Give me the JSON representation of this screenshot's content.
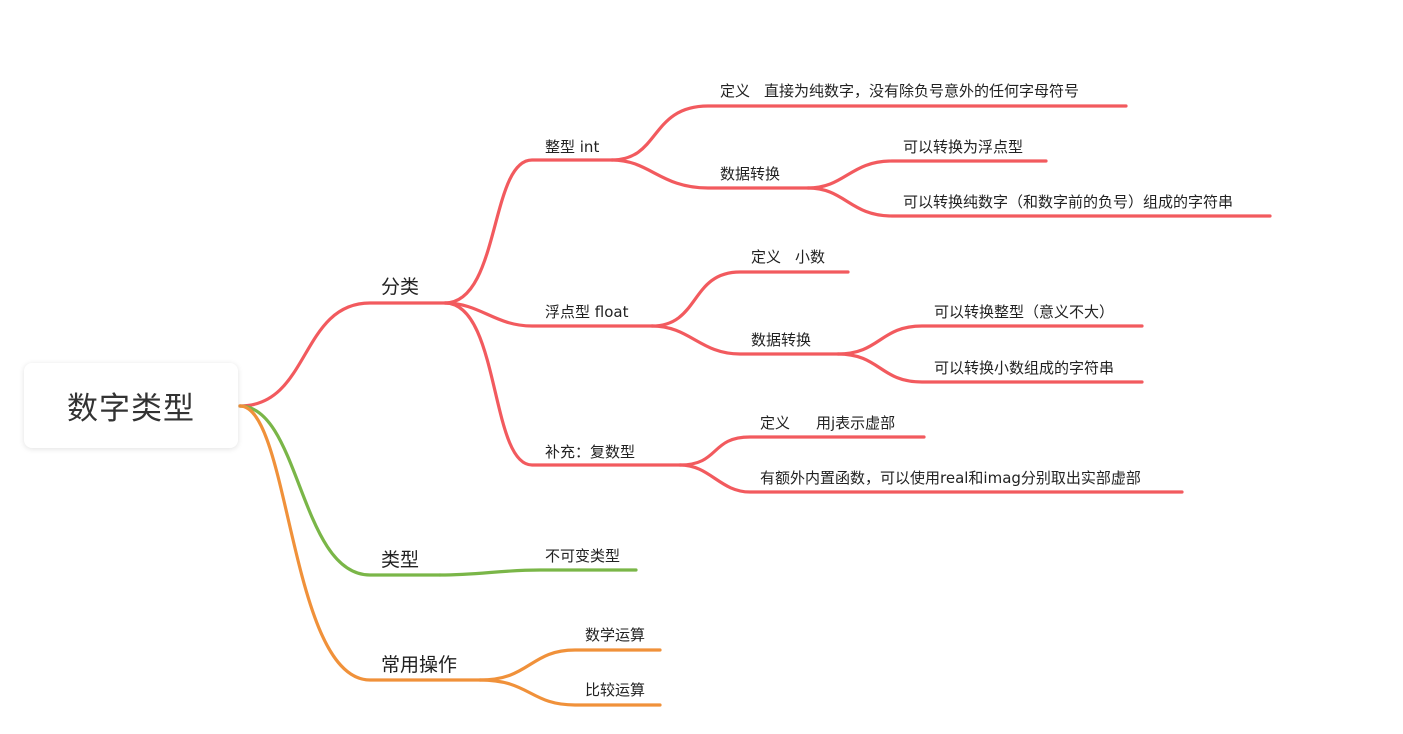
{
  "root": {
    "label": "数字类型"
  },
  "colors": {
    "red": "#f25a5e",
    "green": "#7ab648",
    "orange": "#f0913a"
  },
  "branches": {
    "classify": {
      "label": "分类",
      "int": {
        "label": "整型 int",
        "def_key": "定义",
        "def_val": "直接为纯数字，没有除负号意外的任何字母符号",
        "conv_label": "数据转换",
        "conv_items": [
          "可以转换为浮点型",
          "可以转换纯数字（和数字前的负号）组成的字符串"
        ]
      },
      "float": {
        "label": "浮点型 float",
        "def_key": "定义",
        "def_val": "小数",
        "conv_label": "数据转换",
        "conv_items": [
          "可以转换整型（意义不大）",
          "可以转换小数组成的字符串"
        ]
      },
      "complex": {
        "label": "补充：复数型",
        "def_key": "定义",
        "def_val": "用j表示虚部",
        "note": "有额外内置函数，可以使用real和imag分别取出实部虚部"
      }
    },
    "type": {
      "label": "类型",
      "child": "不可变类型"
    },
    "ops": {
      "label": "常用操作",
      "children": [
        "数学运算",
        "比较运算"
      ]
    }
  }
}
